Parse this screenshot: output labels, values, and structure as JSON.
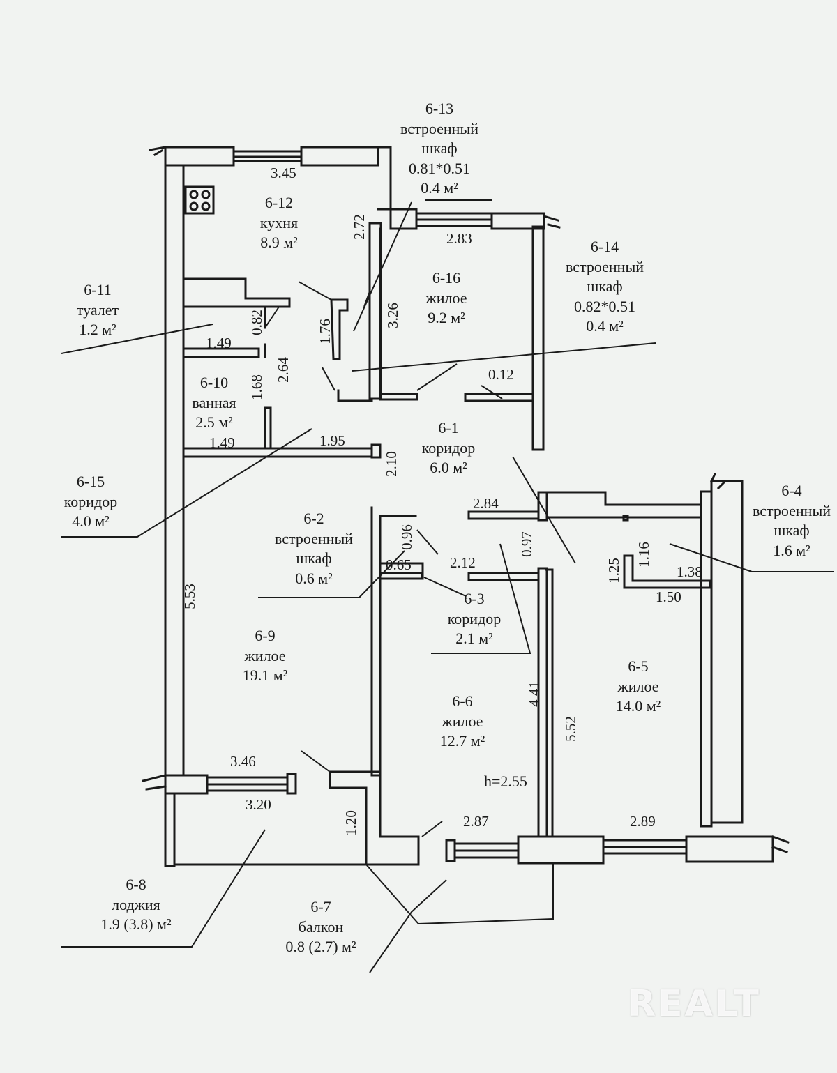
{
  "rooms": [
    {
      "id": "r6-13",
      "code": "6-13",
      "lines": [
        "встроенный",
        "шкаф",
        "0.81*0.51",
        "0.4 м²"
      ]
    },
    {
      "id": "r6-12",
      "code": "6-12",
      "lines": [
        "кухня",
        "8.9 м²"
      ]
    },
    {
      "id": "r6-14",
      "code": "6-14",
      "lines": [
        "встроенный",
        "шкаф",
        "0.82*0.51",
        "0.4 м²"
      ]
    },
    {
      "id": "r6-16",
      "code": "6-16",
      "lines": [
        "жилое",
        "9.2 м²"
      ]
    },
    {
      "id": "r6-11",
      "code": "6-11",
      "lines": [
        "туалет",
        "1.2 м²"
      ]
    },
    {
      "id": "r6-10",
      "code": "6-10",
      "lines": [
        "ванная",
        "2.5 м²"
      ]
    },
    {
      "id": "r6-1",
      "code": "6-1",
      "lines": [
        "коридор",
        "6.0 м²"
      ]
    },
    {
      "id": "r6-15",
      "code": "6-15",
      "lines": [
        "коридор",
        "4.0 м²"
      ]
    },
    {
      "id": "r6-2",
      "code": "6-2",
      "lines": [
        "встроенный",
        "шкаф",
        "0.6 м²"
      ]
    },
    {
      "id": "r6-4",
      "code": "6-4",
      "lines": [
        "встроенный",
        "шкаф",
        "1.6 м²"
      ]
    },
    {
      "id": "r6-3",
      "code": "6-3",
      "lines": [
        "коридор",
        "2.1 м²"
      ]
    },
    {
      "id": "r6-9",
      "code": "6-9",
      "lines": [
        "жилое",
        "19.1 м²"
      ]
    },
    {
      "id": "r6-5",
      "code": "6-5",
      "lines": [
        "жилое",
        "14.0 м²"
      ]
    },
    {
      "id": "r6-6",
      "code": "6-6",
      "lines": [
        "жилое",
        "12.7 м²"
      ]
    },
    {
      "id": "r6-8",
      "code": "6-8",
      "lines": [
        "лоджия",
        "1.9 (3.8) м²"
      ]
    },
    {
      "id": "r6-7",
      "code": "6-7",
      "lines": [
        "балкон",
        "0.8 (2.7) м²"
      ]
    }
  ],
  "dimensions": [
    {
      "id": "d1",
      "text": "3.45"
    },
    {
      "id": "d2",
      "text": "2.72"
    },
    {
      "id": "d3",
      "text": "2.83"
    },
    {
      "id": "d4",
      "text": "3.26"
    },
    {
      "id": "d5",
      "text": "0.82"
    },
    {
      "id": "d6",
      "text": "1.76"
    },
    {
      "id": "d7",
      "text": "1.49"
    },
    {
      "id": "d8",
      "text": "2.64"
    },
    {
      "id": "d9",
      "text": "1.68"
    },
    {
      "id": "d10",
      "text": "0.12"
    },
    {
      "id": "d11",
      "text": "1.49"
    },
    {
      "id": "d12",
      "text": "1.95"
    },
    {
      "id": "d13",
      "text": "2.10"
    },
    {
      "id": "d14",
      "text": "2.84"
    },
    {
      "id": "d15",
      "text": "0.96"
    },
    {
      "id": "d16",
      "text": "0.65"
    },
    {
      "id": "d17",
      "text": "2.12"
    },
    {
      "id": "d18",
      "text": "0.97"
    },
    {
      "id": "d19",
      "text": "1.25"
    },
    {
      "id": "d20",
      "text": "1.16"
    },
    {
      "id": "d21",
      "text": "1.38"
    },
    {
      "id": "d22",
      "text": "1.50"
    },
    {
      "id": "d23",
      "text": "5.53"
    },
    {
      "id": "d24",
      "text": "4.41"
    },
    {
      "id": "d25",
      "text": "5.52"
    },
    {
      "id": "d26",
      "text": "3.46"
    },
    {
      "id": "d27",
      "text": "3.20"
    },
    {
      "id": "d28",
      "text": "1.20"
    },
    {
      "id": "d29",
      "text": "2.87"
    },
    {
      "id": "d30",
      "text": "2.89"
    }
  ],
  "ceiling_height": "h=2.55",
  "watermark": "REALT"
}
